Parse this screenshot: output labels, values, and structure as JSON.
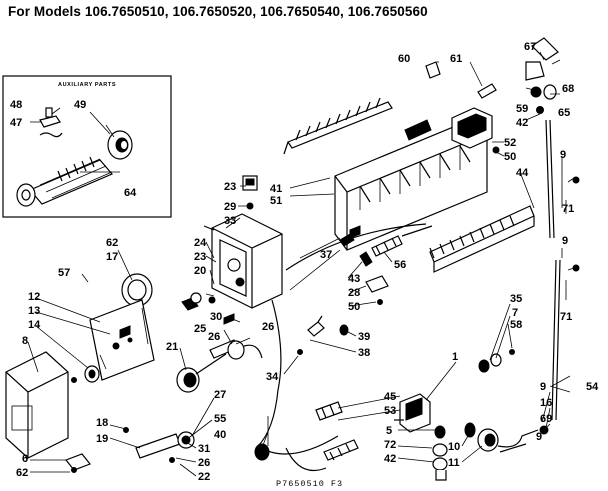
{
  "header": {
    "title": "For Models 106.7650510, 106.7650520, 106.7650540, 106.7650560"
  },
  "inset": {
    "title": "AUXILIARY PARTS"
  },
  "footer": {
    "code": "P7650510 F3"
  },
  "callouts": {
    "c60": "60",
    "c61": "61",
    "c67": "67",
    "c68": "68",
    "c59": "59",
    "c65": "65",
    "c42a": "42",
    "c52": "52",
    "c50a": "50",
    "c44": "44",
    "c9a": "9",
    "c71a": "71",
    "c9b": "9",
    "c71b": "71",
    "c41": "41",
    "c51": "51",
    "c23a": "23",
    "c29": "29",
    "c33": "33",
    "c37": "37",
    "c43": "43",
    "c56": "56",
    "c28": "28",
    "c50b": "50",
    "c24": "24",
    "c23b": "23",
    "c20": "20",
    "c26a": "26",
    "c62a": "62",
    "c17": "17",
    "c57": "57",
    "c12": "12",
    "c13": "13",
    "c14": "14",
    "c8": "8",
    "c21": "21",
    "c30": "30",
    "c25": "25",
    "c26b": "26",
    "c39": "39",
    "c38": "38",
    "c34": "34",
    "c35": "35",
    "c7": "7",
    "c58": "58",
    "c1": "1",
    "c54": "54",
    "c9c": "9",
    "c16": "16",
    "c69": "69",
    "c9d": "9",
    "c18": "18",
    "c19": "19",
    "c27": "27",
    "c55": "55",
    "c40": "40",
    "c31": "31",
    "c26c": "26",
    "c22": "22",
    "c45": "45",
    "c53": "53",
    "c5": "5",
    "c72": "72",
    "c42b": "42",
    "c10": "10",
    "c11": "11",
    "c6": "6",
    "c62b": "62",
    "c48": "48",
    "c49": "49",
    "c47": "47",
    "c64": "64"
  }
}
